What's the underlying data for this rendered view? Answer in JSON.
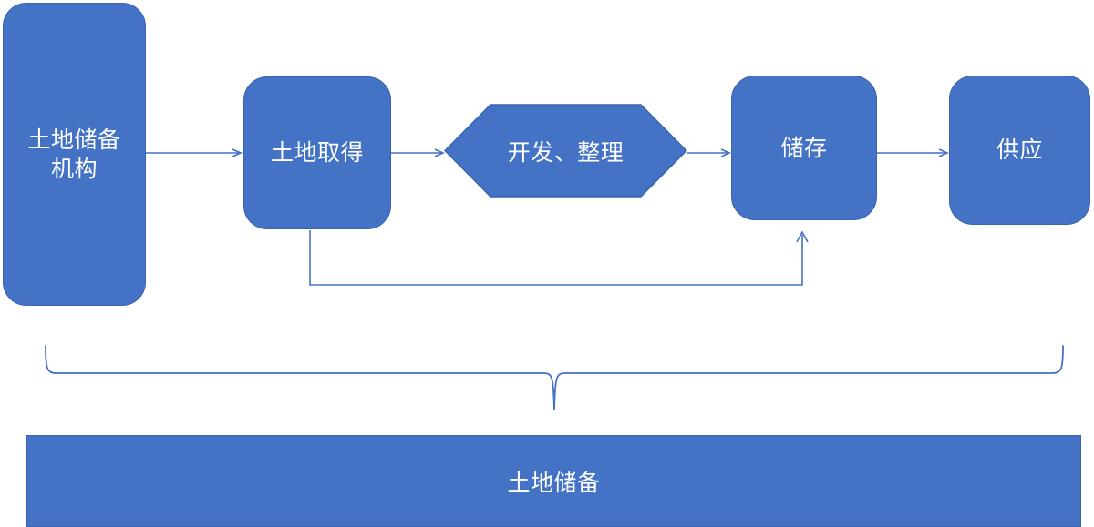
{
  "diagram": {
    "title_text": "土地储备",
    "accent_color": "#4472C4",
    "stroke_color": "#4472C4",
    "border_color": "#3A63B0",
    "text_color": "#FFFFFF",
    "background_color": "#FFFFFF",
    "nodes": [
      {
        "id": "agency",
        "label": "土地储备\n机构",
        "shape": "rounded-rectangle"
      },
      {
        "id": "acquire",
        "label": "土地取得",
        "shape": "rounded-rectangle"
      },
      {
        "id": "develop",
        "label": "开发、整理",
        "shape": "hexagon"
      },
      {
        "id": "store",
        "label": "储存",
        "shape": "rounded-rectangle"
      },
      {
        "id": "supply",
        "label": "供应",
        "shape": "rounded-rectangle"
      }
    ],
    "connectors": [
      {
        "id": "agency-to-acquire",
        "from": "agency",
        "to": "acquire",
        "style": "arrow"
      },
      {
        "id": "acquire-to-develop",
        "from": "acquire",
        "to": "develop",
        "style": "arrow"
      },
      {
        "id": "develop-to-store",
        "from": "develop",
        "to": "store",
        "style": "arrow"
      },
      {
        "id": "store-to-supply",
        "from": "store",
        "to": "supply",
        "style": "arrow"
      },
      {
        "id": "acquire-to-store-feedback",
        "from": "acquire",
        "to": "store",
        "style": "elbow-arrow"
      }
    ],
    "brace": {
      "id": "scope-brace",
      "spans": "acquire..supply",
      "points_to": "土地储备"
    },
    "summary_bar": {
      "id": "summary-bar",
      "label": "土地储备"
    }
  }
}
